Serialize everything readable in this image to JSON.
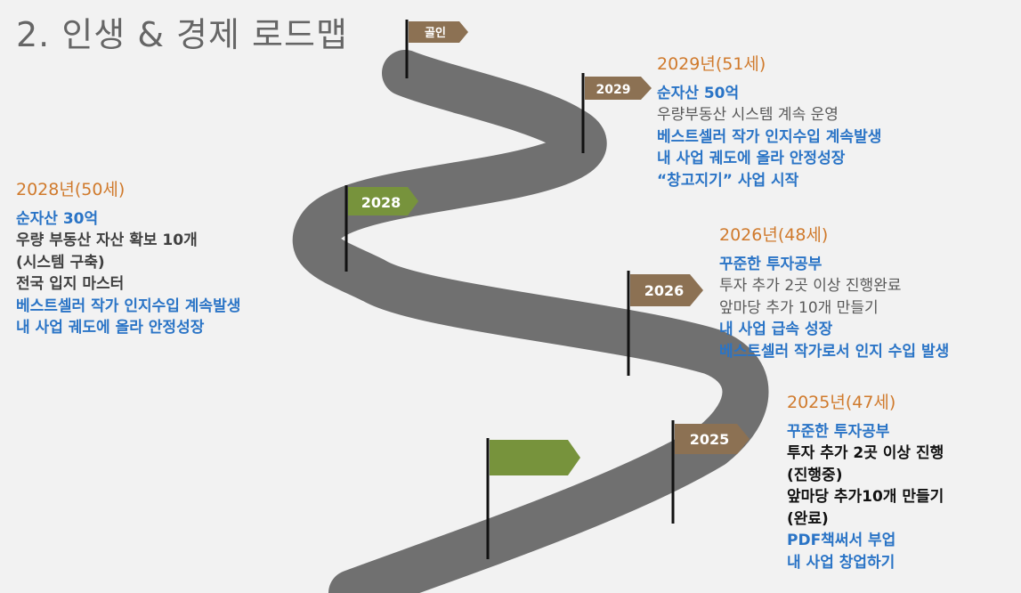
{
  "title": "2. 인생 & 경제 로드맵",
  "colors": {
    "road": "#707070",
    "flag_brown": "#8c7153",
    "flag_green": "#77933c",
    "pole": "#111111",
    "year_orange": "#d07a2c",
    "text_blue": "#2a74c6"
  },
  "flags": [
    {
      "label": "골인",
      "color": "brown"
    },
    {
      "label": "2029",
      "color": "brown"
    },
    {
      "label": "2028",
      "color": "green"
    },
    {
      "label": "2026",
      "color": "brown"
    },
    {
      "label": "2025",
      "color": "brown"
    },
    {
      "label": "",
      "color": "green"
    }
  ],
  "milestones": [
    {
      "year": "2029년(51세)",
      "lines": [
        {
          "text": "순자산 50억",
          "style": "blue"
        },
        {
          "text": "우량부동산 시스템 계속 운영",
          "style": "gray"
        },
        {
          "text": "베스트셀러 작가 인지수입 계속발생",
          "style": "blue"
        },
        {
          "text": "내 사업 궤도에 올라 안정성장",
          "style": "blue"
        },
        {
          "text": "“창고지기” 사업 시작",
          "style": "blue"
        }
      ]
    },
    {
      "year": "2028년(50세)",
      "lines": [
        {
          "text": "순자산 30억",
          "style": "blue"
        },
        {
          "text": "우량 부동산 자산 확보 10개",
          "style": "dark"
        },
        {
          "text": "(시스템 구축)",
          "style": "dark"
        },
        {
          "text": "전국 입지 마스터",
          "style": "dark"
        },
        {
          "text": "베스트셀러 작가 인지수입 계속발생",
          "style": "blue"
        },
        {
          "text": "내 사업 궤도에 올라 안정성장",
          "style": "blue"
        }
      ]
    },
    {
      "year": "2026년(48세)",
      "lines": [
        {
          "text": "꾸준한 투자공부",
          "style": "blue"
        },
        {
          "text": "투자 추가 2곳 이상 진행완료",
          "style": "gray"
        },
        {
          "text": "앞마당 추가 10개 만들기",
          "style": "gray"
        },
        {
          "text": "내 사업 급속 성장",
          "style": "blue"
        },
        {
          "text": "베스트셀러 작가로서 인지 수입 발생",
          "style": "blue"
        }
      ]
    },
    {
      "year": "2025년(47세)",
      "lines": [
        {
          "text": "꾸준한 투자공부",
          "style": "blue"
        },
        {
          "text": "투자 추가 2곳 이상 진행",
          "style": "black"
        },
        {
          "text": "(진행중)",
          "style": "black"
        },
        {
          "text": "앞마당 추가10개 만들기",
          "style": "black"
        },
        {
          "text": "(완료)",
          "style": "black"
        },
        {
          "text": "PDF책써서 부업",
          "style": "blue"
        },
        {
          "text": "내 사업 창업하기",
          "style": "blue"
        }
      ]
    }
  ]
}
